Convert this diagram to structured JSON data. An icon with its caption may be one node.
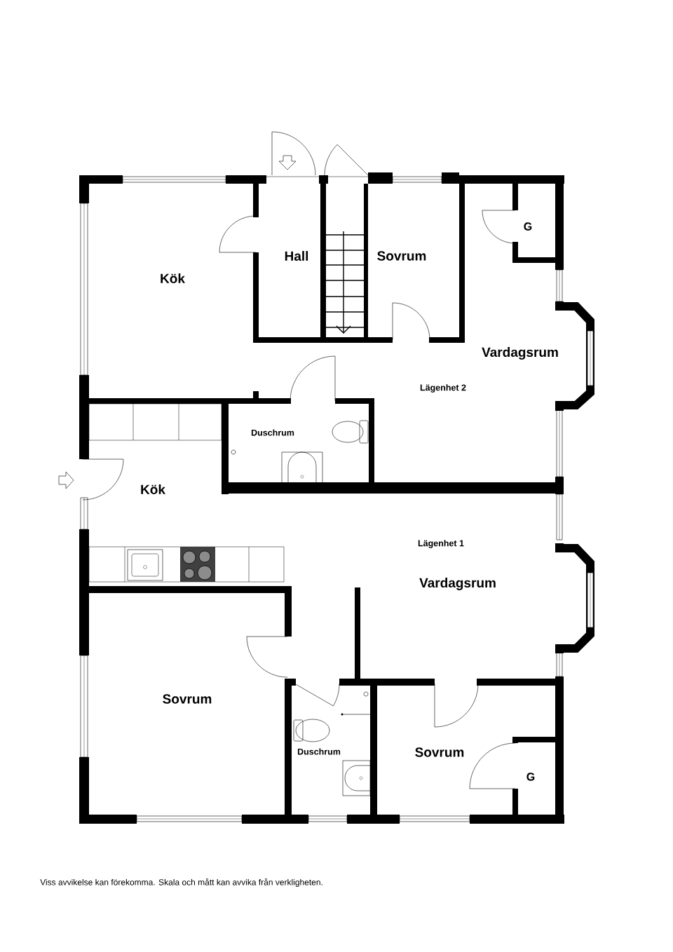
{
  "diagram": {
    "labels": [
      "Hall",
      "Sovrum",
      "G",
      "Kök",
      "Vardagsrum",
      "Lägenhet 2",
      "Duschrum",
      "Kök",
      "Lägenhet 1",
      "Vardagsrum",
      "Sovrum",
      "Duschrum",
      "Sovrum",
      "G"
    ],
    "caption": "Viss avvikelse kan förekomma. Skala och mått kan avvika från verkligheten."
  }
}
